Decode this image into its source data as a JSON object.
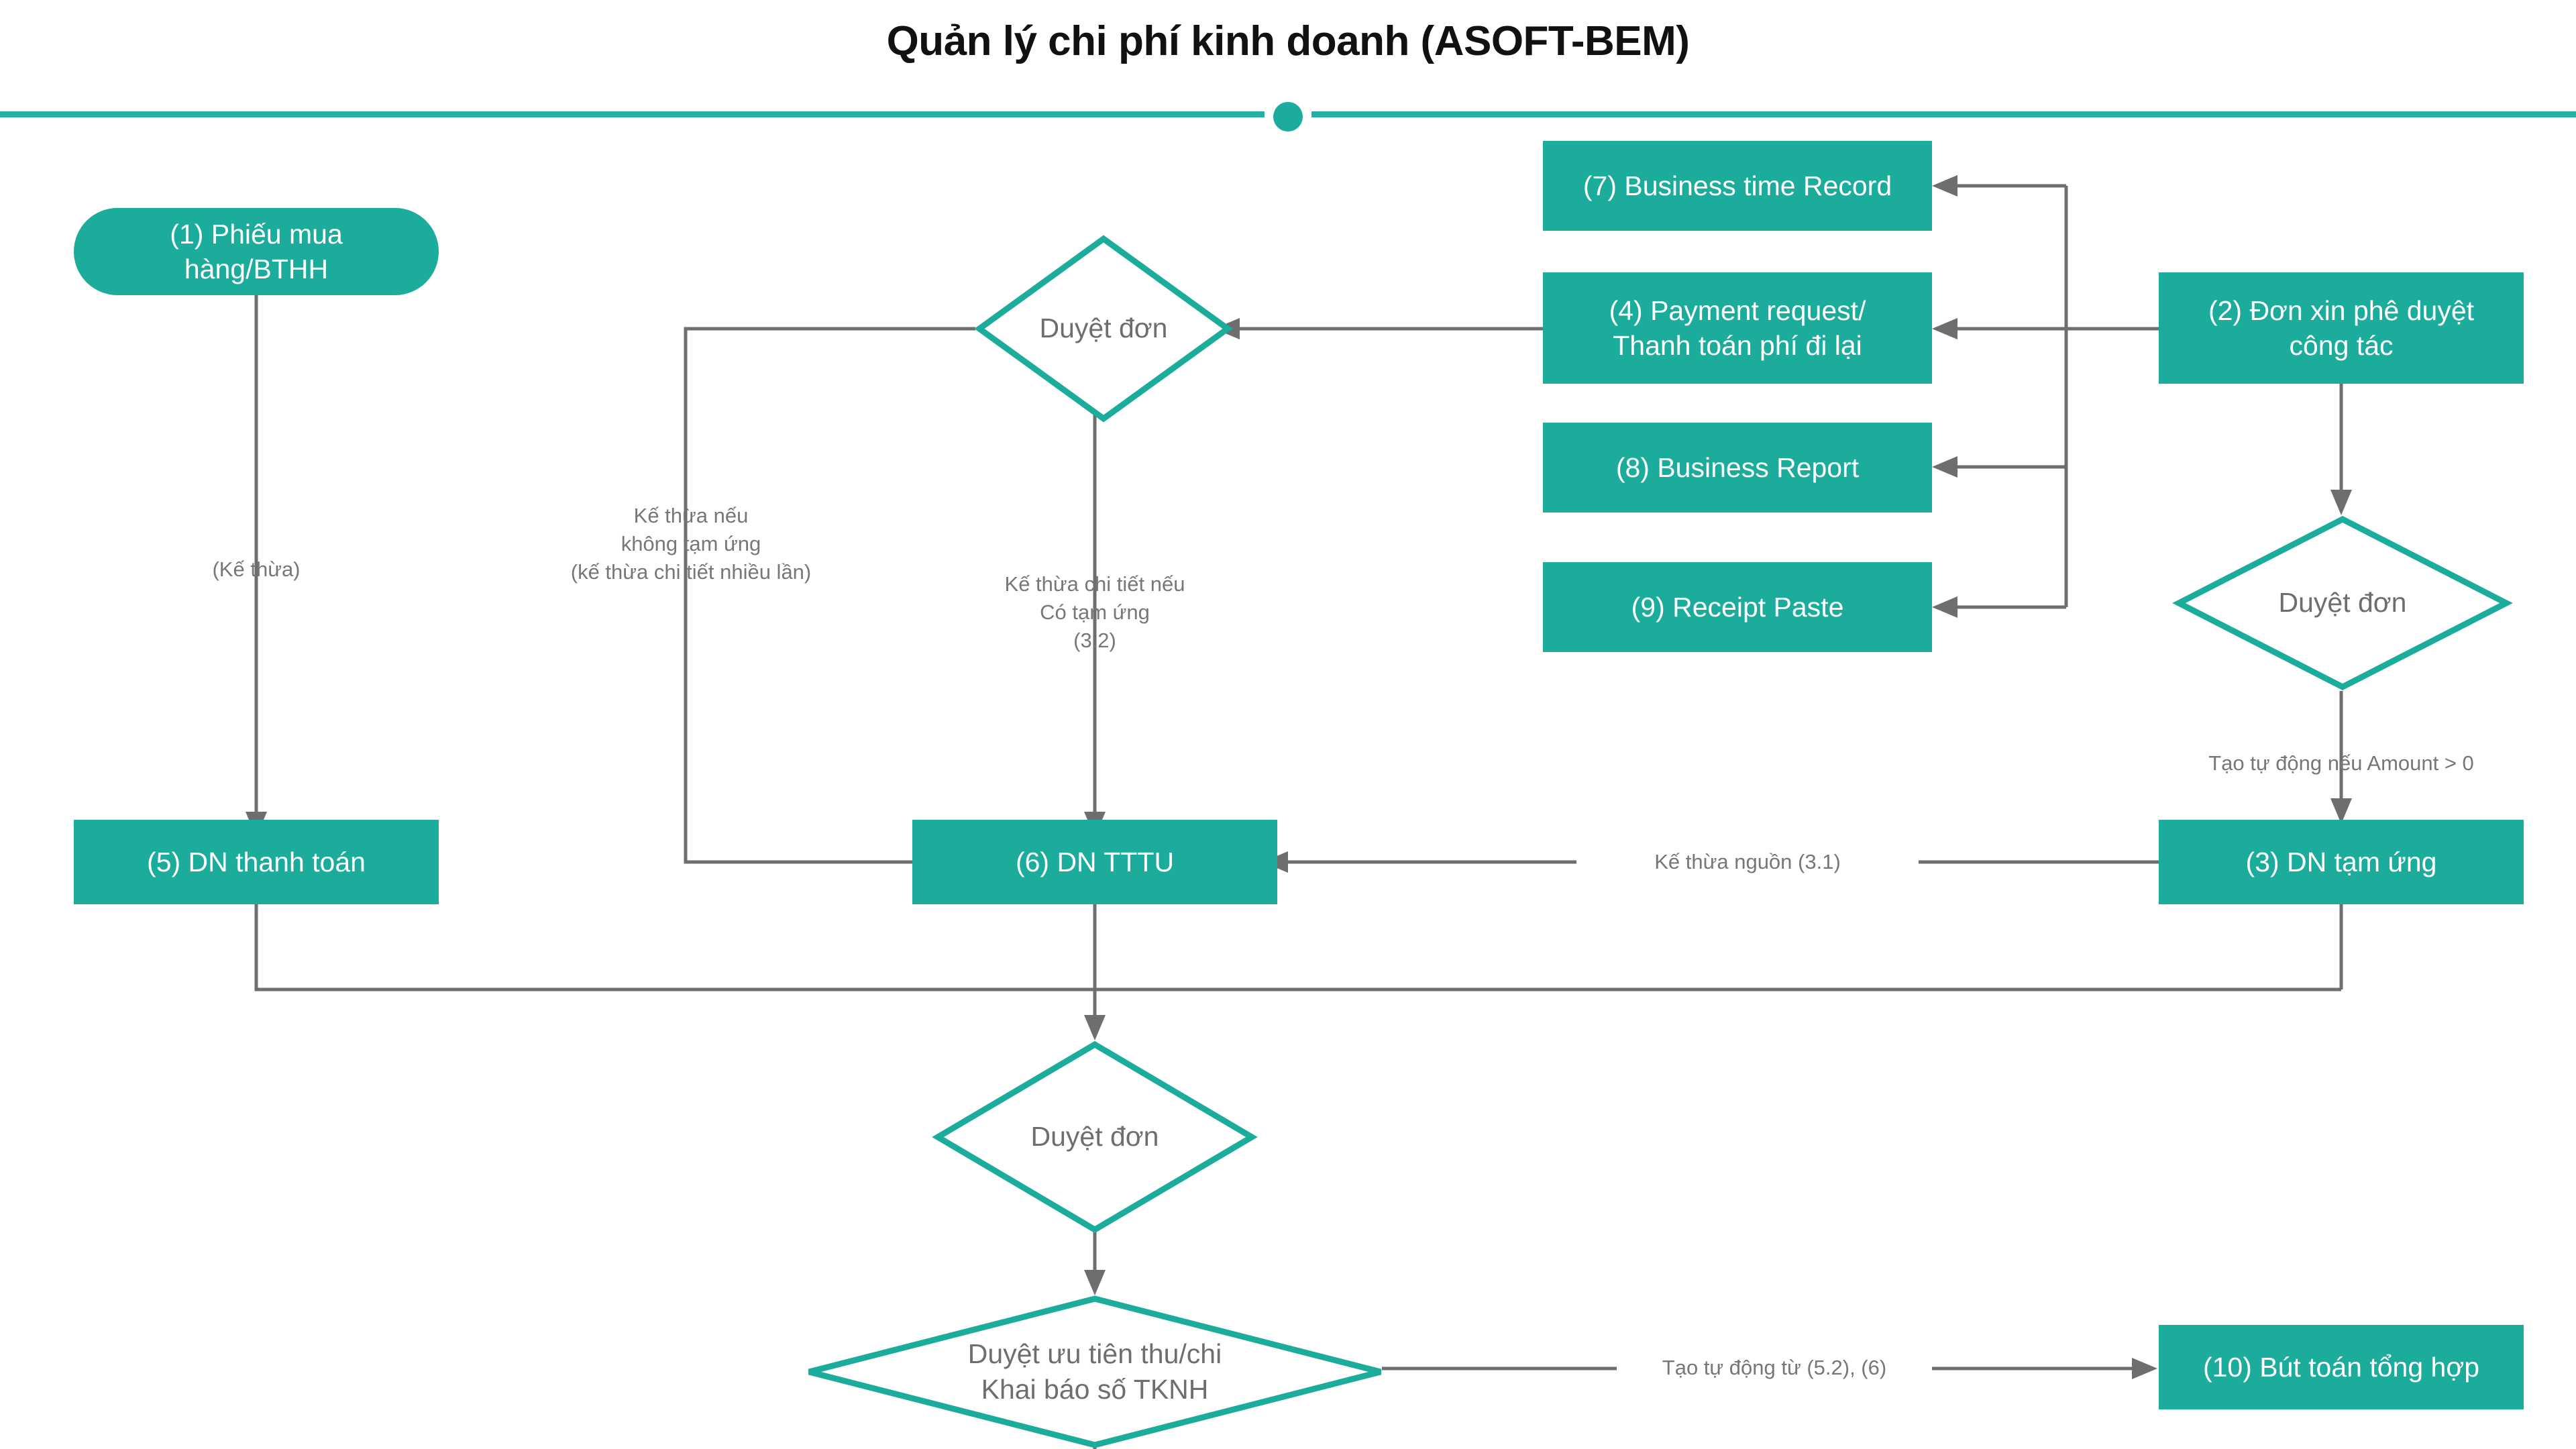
{
  "header": {
    "title": "Quản lý chi phí kinh doanh (ASOFT-BEM)",
    "accent_color": "#1BAC9C",
    "divider_color": "#23AFA2"
  },
  "palette": {
    "node_fill": "#1BAC9C",
    "node_text": "#FFFFFF",
    "diamond_stroke": "#1BAC9C",
    "diamond_text": "#6E6E6E",
    "connector": "#6E6E6E",
    "label_text": "#777777",
    "background": "#FFFFFF"
  },
  "nodes": {
    "n1": {
      "label": "(1) Phiếu mua\nhàng/BTHH",
      "shape": "pill"
    },
    "n2": {
      "label": "(2) Đơn xin phê duyệt\ncông tác",
      "shape": "rect"
    },
    "n3": {
      "label": "(3) DN tạm ứng",
      "shape": "rect"
    },
    "n4": {
      "label": "(4) Payment request/\nThanh toán phí đi lại",
      "shape": "rect"
    },
    "n5": {
      "label": "(5) DN thanh toán",
      "shape": "rect"
    },
    "n6": {
      "label": "(6) DN TTTU",
      "shape": "rect"
    },
    "n7": {
      "label": "(7) Business time Record",
      "shape": "rect"
    },
    "n8": {
      "label": "(8) Business Report",
      "shape": "rect"
    },
    "n9": {
      "label": "(9) Receipt Paste",
      "shape": "rect"
    },
    "n10": {
      "label": "(10) Bút toán tổng hợp",
      "shape": "rect"
    }
  },
  "decisions": {
    "d_center": {
      "label": "Duyệt đơn"
    },
    "d_right": {
      "label": "Duyệt đơn"
    },
    "d_bottom": {
      "label": "Duyệt đơn"
    },
    "d_priority": {
      "label": "Duyệt ưu tiên thu/chi\nKhai báo số TKNH"
    }
  },
  "edge_labels": {
    "inherit_left": "(Kế thừa)",
    "inherit_no_advance": "Kế thừa nếu\nkhông tạm ứng\n(kế thừa chi tiết nhiều lần)",
    "inherit_detail_advance": "Kế thừa chi tiết nếu\nCó tạm ứng\n(3.2)",
    "auto_if_amount": "Tạo tự động nếu Amount > 0",
    "inherit_source": "Kế thừa nguồn (3.1)",
    "auto_from_52_6": "Tạo tự động từ (5.2), (6)"
  }
}
